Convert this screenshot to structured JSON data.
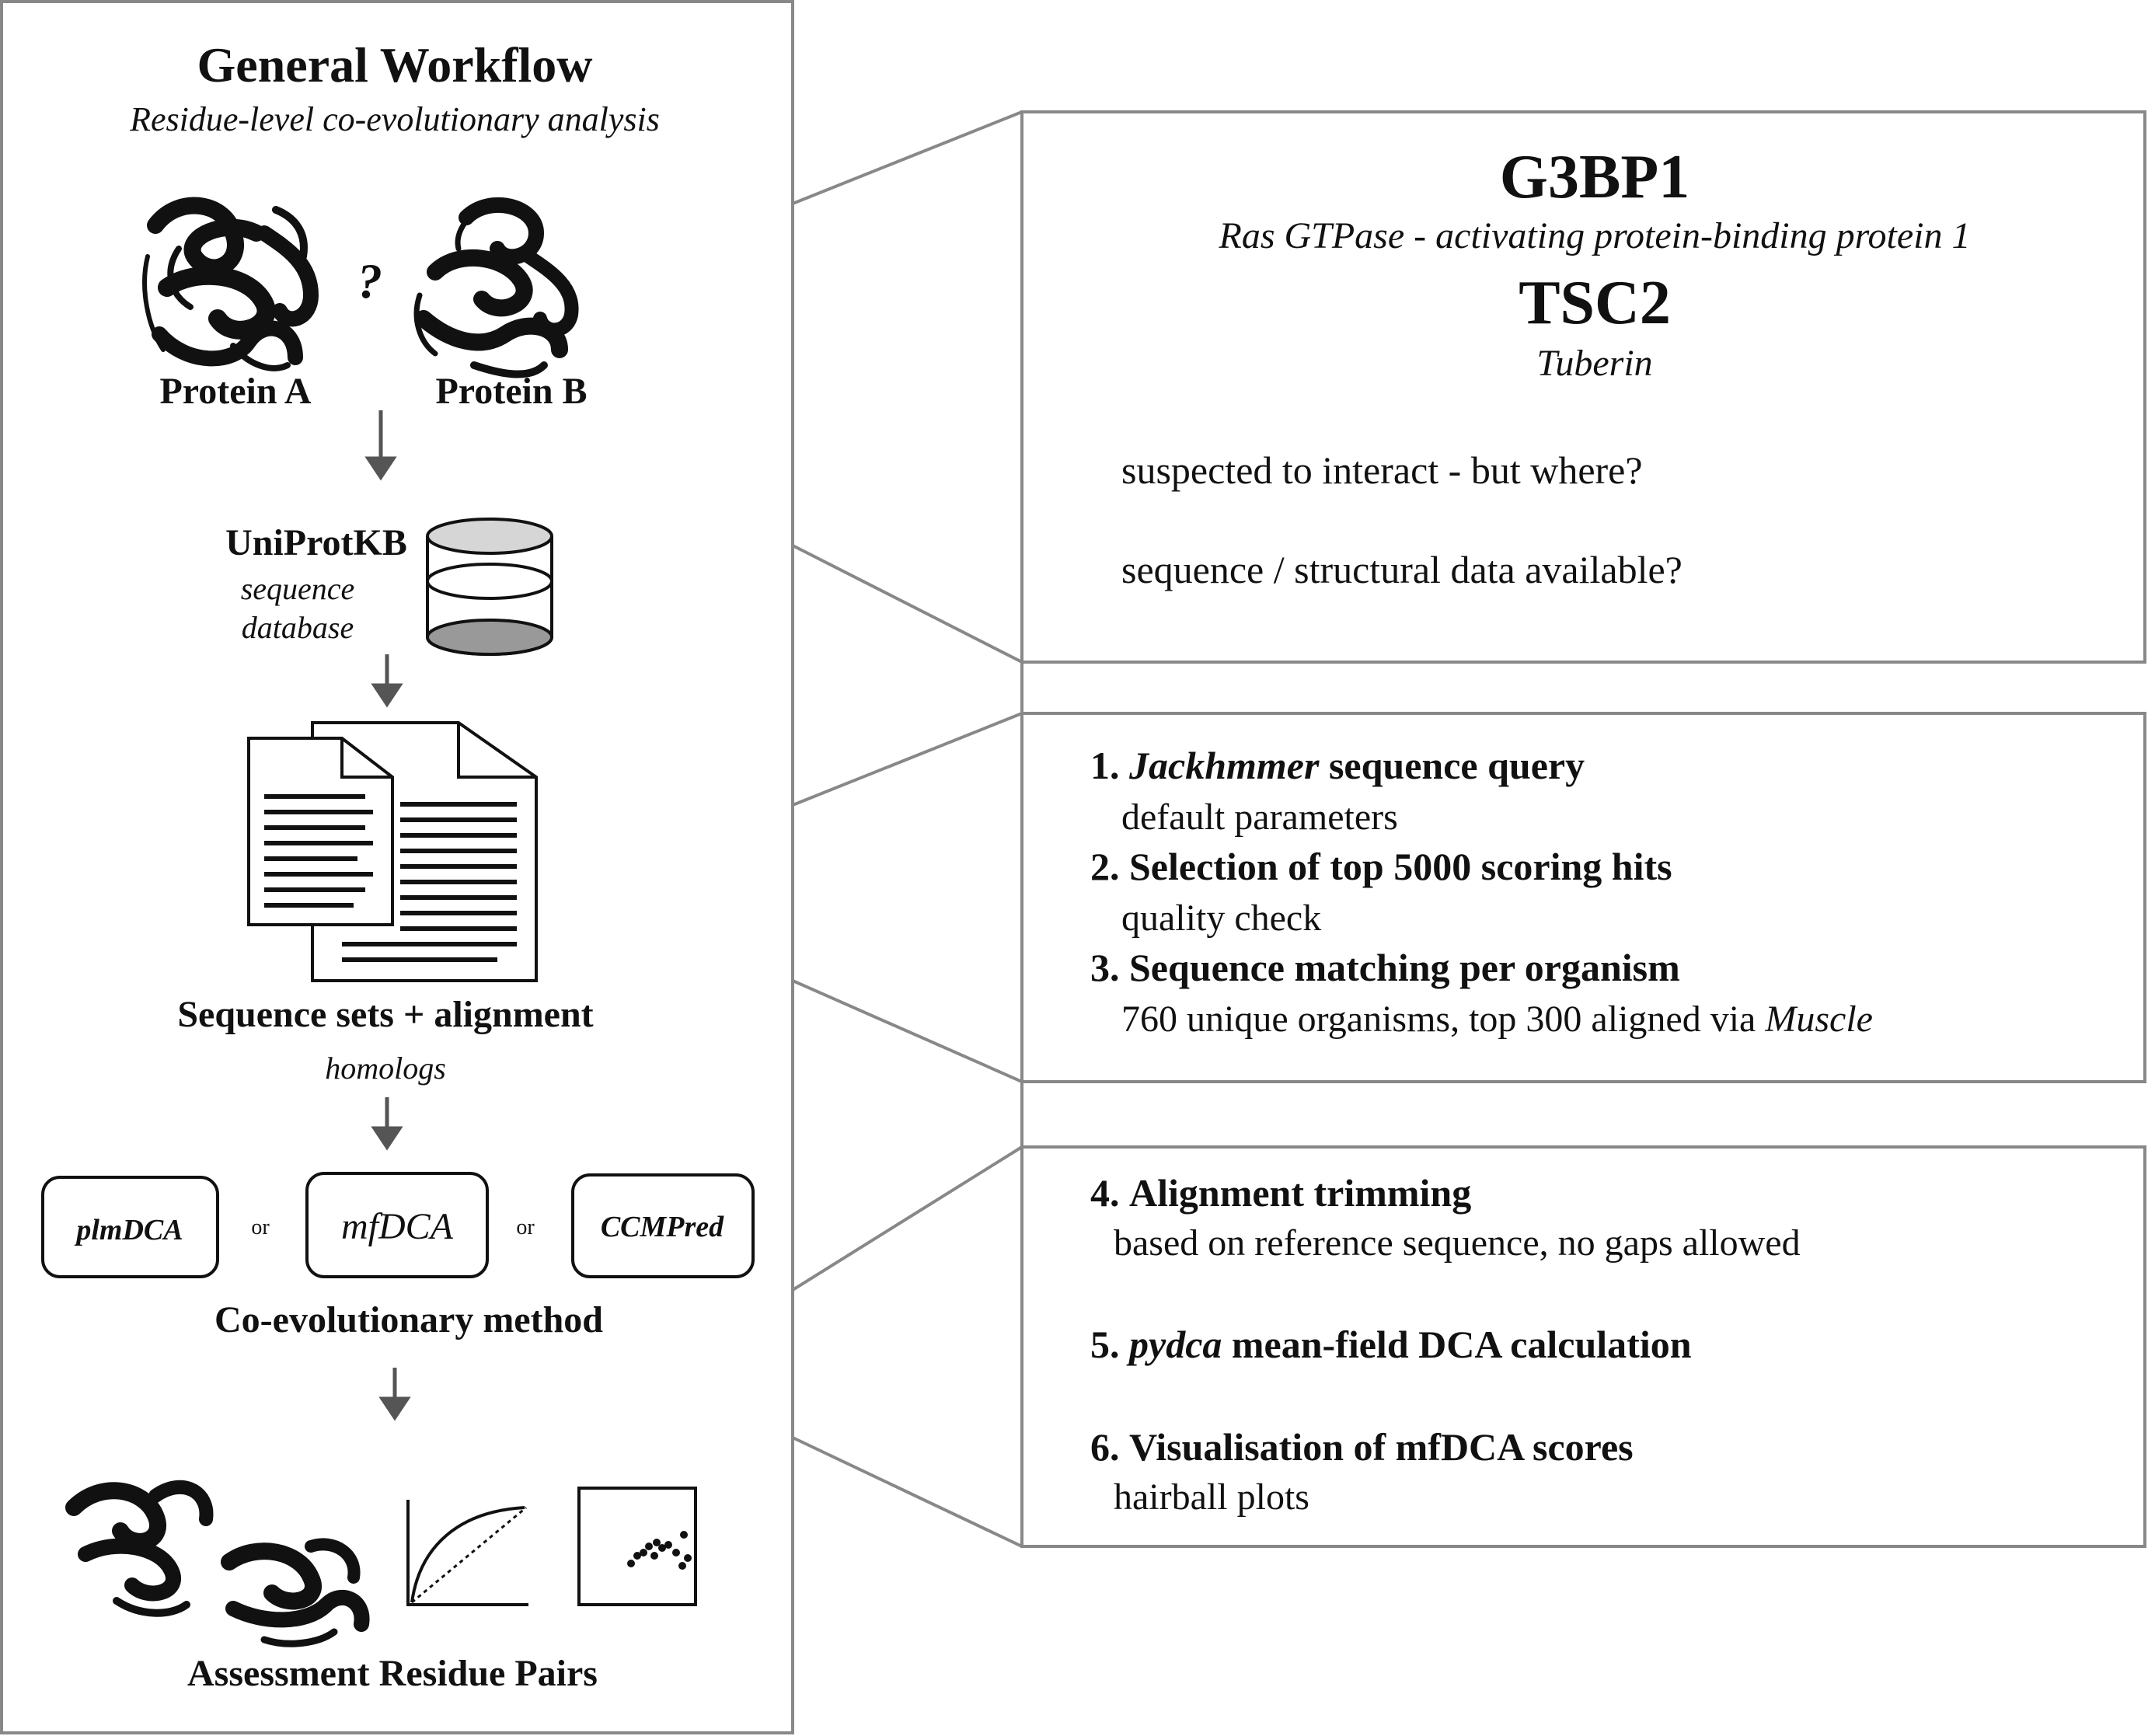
{
  "workflow": {
    "title": "General Workflow",
    "subtitle": "Residue-level co-evolutionary analysis",
    "protein_a": "Protein A",
    "protein_b": "Protein B",
    "question_mark": "?",
    "database_name": "UniProtKB",
    "database_desc_1": "sequence",
    "database_desc_2": "database",
    "alignment_title": "Sequence sets + alignment",
    "alignment_desc": "homologs",
    "methods": [
      "plmDCA",
      "mfDCA",
      "CCMPred"
    ],
    "or_label": "or",
    "method_title": "Co-evolutionary method",
    "assessment_title": "Assessment Residue Pairs"
  },
  "proteins_panel": {
    "protein1_name": "G3BP1",
    "protein1_full": "Ras GTPase - activating protein-binding protein 1",
    "protein2_name": "TSC2",
    "protein2_full": "Tuberin",
    "question1": "suspected to interact - but where?",
    "question2": "sequence / structural data available?"
  },
  "alignment_panel": {
    "steps": [
      {
        "num": "1.",
        "italic": "Jackhmmer",
        "title": " sequence query",
        "desc": "default parameters"
      },
      {
        "num": "2.",
        "italic": "",
        "title": "Selection of top 5000 scoring hits",
        "desc": "quality check"
      },
      {
        "num": "3.",
        "italic": "",
        "title": "Sequence matching per organism",
        "desc": "760 unique organisms, top 300 aligned via ",
        "desc_italic": "Muscle"
      }
    ]
  },
  "dca_panel": {
    "steps": [
      {
        "num": "4.",
        "italic": "",
        "title": "Alignment trimming",
        "desc": "based on reference sequence, no gaps allowed"
      },
      {
        "num": "5.",
        "italic": "pydca",
        "title": " mean-field DCA calculation",
        "desc": ""
      },
      {
        "num": "6.",
        "italic": "",
        "title": "Visualisation of mfDCA scores",
        "desc": "hairball plots"
      }
    ]
  },
  "colors": {
    "frame": "#888888",
    "ink": "#111111",
    "arrow": "#555555",
    "db_fill": "#d6d6d6",
    "db_fill_dark": "#999999"
  }
}
